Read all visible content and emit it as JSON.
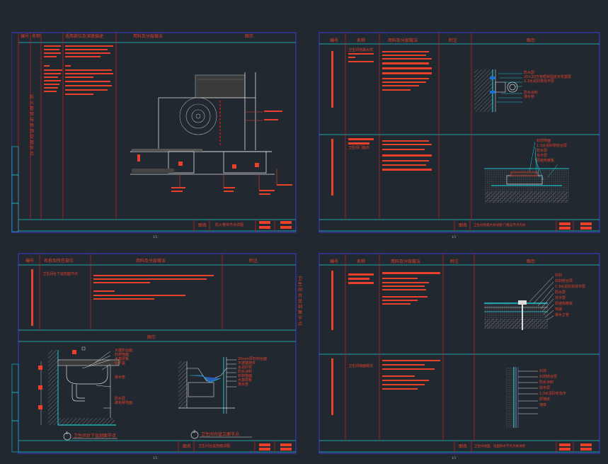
{
  "sheets": [
    {
      "id": "sheet1",
      "headers": [
        "编号",
        "名称",
        "适用部位及深度描述",
        "用料及分层做法",
        "图示"
      ],
      "title_cells": [
        "图名",
        "防火卷帘节点详图"
      ],
      "vertical_name": "防火卷帘与吊顶交接节点",
      "footer": "1/1"
    },
    {
      "id": "sheet2",
      "headers": [
        "编号",
        "名称",
        "用料及分层做法",
        "附注",
        "图示"
      ],
      "row1_name": "卫生间地漏大样",
      "row2_name": "卫生间门槛石",
      "labels_row1": [
        "防水层",
        "20×20方管框架固定天花基层",
        "1:3水泥砂浆找平层",
        "防水涂料",
        "排水管"
      ],
      "labels_row2": [
        "石材饰面",
        "1:3水泥砂浆结合层",
        "防水层",
        "找平层",
        "原结构楼板"
      ],
      "title_cells": [
        "图名",
        "卫生间地漏大样详图 门槛石节点大样"
      ],
      "footer": "1/1"
    },
    {
      "id": "sheet3",
      "headers": [
        "编号",
        "名称及所在部位",
        "用料及分层做法",
        "附注"
      ],
      "row1_name": "卫生间台下盆剖面节点",
      "side_title": "卫生间台盆剖面节点",
      "drawing_header": "图示",
      "labels_left": [
        "大理石台面",
        "石材饰面",
        "木基层板",
        "台下盆",
        "排水管",
        "防水层",
        "玻化砖地面"
      ],
      "labels_right": [
        "20mm厚石材台面",
        "不锈钢挂件",
        "水泥砂浆",
        "防水涂料",
        "石材饰面",
        "木基层板",
        "排水管"
      ],
      "caption1": "卫生间台下盆剖面节点",
      "caption2": "卫生间台盆立面节点",
      "caption1_num": "1",
      "caption2_num": "2",
      "title_cells": [
        "图名",
        "卫生间台盆剖面详图"
      ],
      "footer": "1/1"
    },
    {
      "id": "sheet4",
      "headers": [
        "编号",
        "名称",
        "用料及分层做法",
        "附注",
        "图示"
      ],
      "row2_name": "卫生间墙面做法",
      "labels_row1": [
        "石材",
        "石材结合层",
        "1:3水泥砂浆找平层",
        "防水层",
        "找平层",
        "原结构楼板",
        "地漏",
        "排水立管"
      ],
      "labels_row2": [
        "石材",
        "石材结合层",
        "防水涂料",
        "找平层",
        "1:3水泥砂浆找平",
        "原墙体",
        "墙体"
      ],
      "title_cells": [
        "图名",
        "卫生间地面、墙面防水节点大样详图"
      ],
      "footer": "1/1"
    }
  ]
}
